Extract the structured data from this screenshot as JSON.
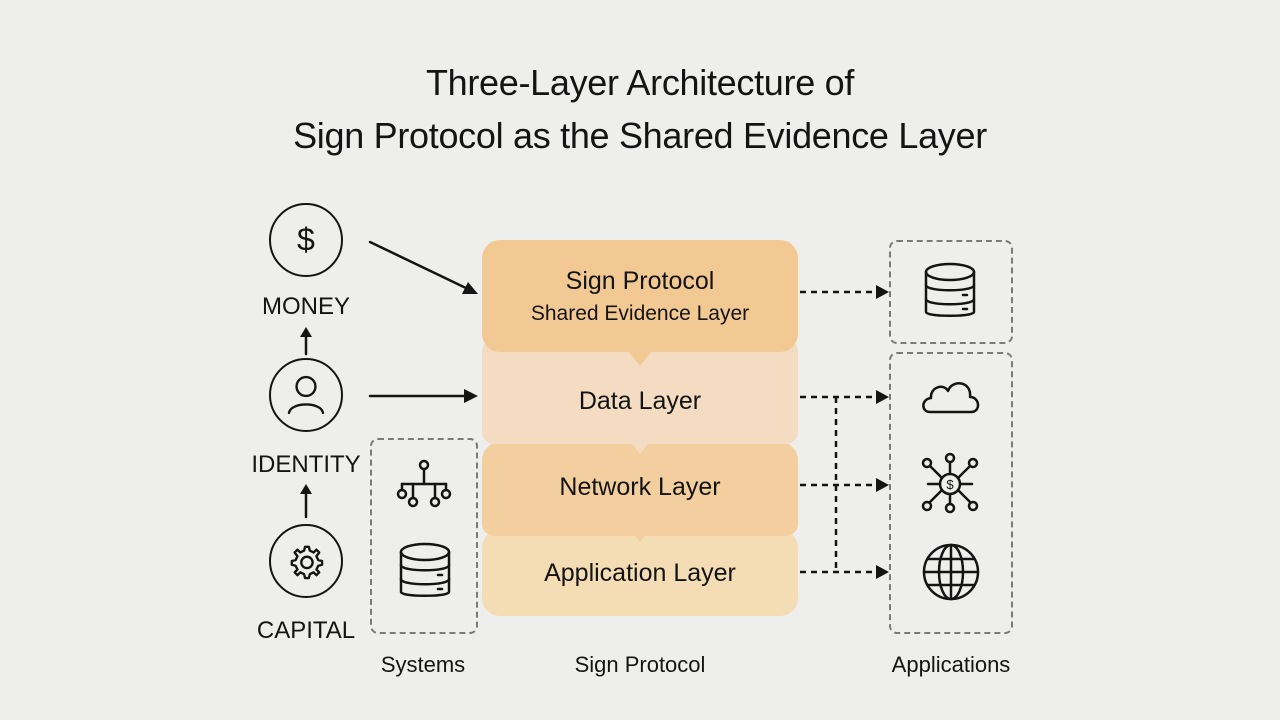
{
  "title": {
    "line1": "Three-Layer Architecture of",
    "line2": "Sign Protocol as the Shared Evidence Layer"
  },
  "left": {
    "money_label": "MONEY",
    "identity_label": "IDENTITY",
    "capital_label": "CAPITAL",
    "money_symbol": "$",
    "systems_label": "Systems"
  },
  "center": {
    "layers": [
      {
        "label": "Sign Protocol",
        "sublabel": "Shared Evidence Layer"
      },
      {
        "label": "Data Layer"
      },
      {
        "label": "Network Layer"
      },
      {
        "label": "Application Layer"
      }
    ],
    "caption": "Sign Protocol"
  },
  "right": {
    "caption": "Applications",
    "icons": [
      "database-icon",
      "cloud-icon",
      "network-hub-icon",
      "globe-icon"
    ]
  },
  "colors": {
    "layer_top": "#f3c993",
    "layer_data": "#f3dcc2",
    "layer_network": "#f3cf9f",
    "layer_app": "#f4dcb5",
    "dashed_border": "#7a7a7a",
    "ink": "#141414",
    "background": "#eeeeec"
  }
}
